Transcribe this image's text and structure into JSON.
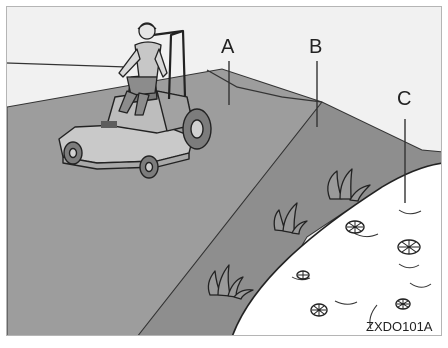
{
  "callouts": {
    "a": "A",
    "b": "B",
    "c": "C"
  },
  "figure_code": "ZXDO101A",
  "colors": {
    "background": "#f1f1f1",
    "border": "#b5b5b5",
    "slope_left": "#9d9d9d",
    "slope_right": "#8e8e8e",
    "water": "#ffffff",
    "ink": "#222222"
  },
  "icons": [
    "zero-turn-mower-icon",
    "operator-icon",
    "grass-tuft-icon",
    "lily-pad-icon"
  ]
}
